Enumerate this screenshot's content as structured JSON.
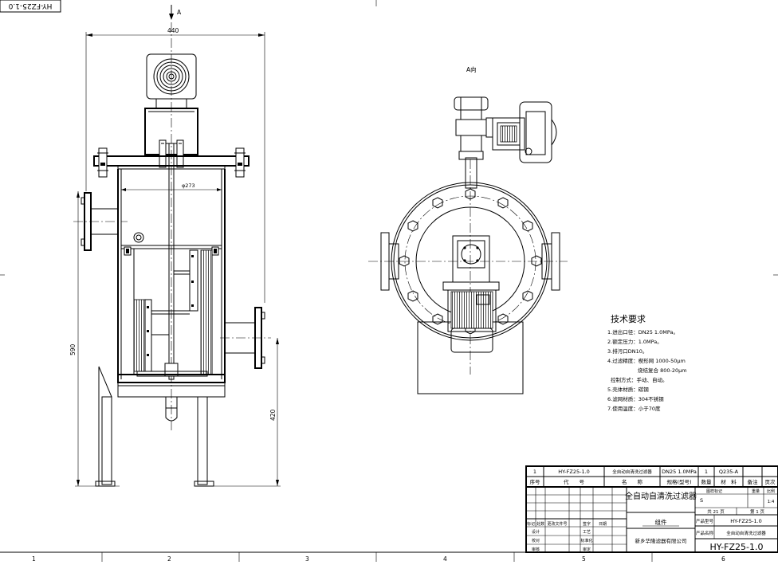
{
  "drawing": {
    "corner_code": "HY-FZ25-1.0",
    "view_arrow_label": "A",
    "view_a_title": "A向"
  },
  "dimensions": {
    "width": "440",
    "inner_diameter": "φ273",
    "height_total": "590",
    "height_legs": "420"
  },
  "tech_requirements": {
    "title": "技术要求",
    "items": [
      "1.进出口径：DN25  1.0MPa。",
      "2.额定压力：1.0MPa。",
      "3.排污口DN10。",
      "4.过滤精度：楔形网  1000-50μm",
      "烧结复合 800-20μm",
      "控制方式：手动、自动。",
      "5.壳体材质：碳钢",
      "6.滤网材质：304不锈钢",
      "7.使用温度：小于70度"
    ]
  },
  "title_block": {
    "parts_row": [
      "1",
      "HY-FZ25-1.0",
      "全自动自清洗过滤器",
      "DN25 1.0MPa",
      "1",
      "Q235-A",
      "",
      ""
    ],
    "parts_header": [
      "序号",
      "代　　号",
      "名　　称",
      "规格(型号)",
      "数量",
      "材　料",
      "备注",
      "页次"
    ],
    "product_title": "全自动自清洗过滤器",
    "assembly": "组件",
    "company": "新乡华隆滤器有限公司",
    "stage_label": "图样标记",
    "weight_label": "重量",
    "scale_label": "比例",
    "scale_value": "1:4",
    "stage_value": "S",
    "sheets_total": "共 21 页",
    "sheet_no": "第 1 页",
    "model_label": "产品型号",
    "model_value": "HY-FZ25-1.0",
    "name_label": "产品名称",
    "name_value": "全自动自清洗过滤器",
    "drawing_no": "HY-FZ25-1.0",
    "rev_headers": [
      "标记",
      "处数",
      "更改文件号",
      "签字",
      "日期"
    ],
    "sign_rows": [
      [
        "设计",
        "",
        "工艺",
        ""
      ],
      [
        "校对",
        "",
        "标准化",
        ""
      ],
      [
        "审核",
        "",
        "审定",
        ""
      ]
    ]
  },
  "border_zones": [
    "1",
    "2",
    "3",
    "4",
    "5",
    "6"
  ]
}
